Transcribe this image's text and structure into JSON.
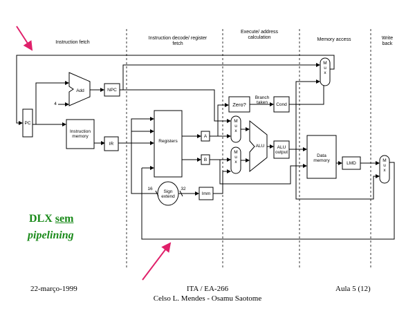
{
  "stages": {
    "fetch": "Instruction fetch",
    "decode": "Instruction decode/ register fetch",
    "execute": "Execute/ address calculation",
    "memory": "Memory access",
    "writeback": "Write back"
  },
  "blocks": {
    "add": "Add",
    "npc": "NPC",
    "pc": "PC",
    "four": "4",
    "imem": "Instruction memory",
    "ir": "IR",
    "registers": "Registers",
    "a": "A",
    "b": "B",
    "zero": "Zero?",
    "branch_taken": "Branch taken",
    "cond": "Cond",
    "alu": "ALU",
    "alu_output": "ALU output",
    "dmem": "Data memory",
    "lmd": "LMD",
    "sign_extend": "Sign extend",
    "imm": "Imm",
    "n16": "16",
    "n32": "32",
    "mux": "M u x"
  },
  "title": {
    "line1_a": "DLX ",
    "line1_b": "sem",
    "line2": "pipelining"
  },
  "footer": {
    "date": "22-março-1999",
    "course": "ITA / EA-266",
    "authors": "Celso L. Mendes - Osamu Saotome",
    "lecture": "Aula 5 (12)"
  },
  "colors": {
    "title": "#1a8a1a",
    "arrow": "#e0206a",
    "ink": "#000000"
  }
}
